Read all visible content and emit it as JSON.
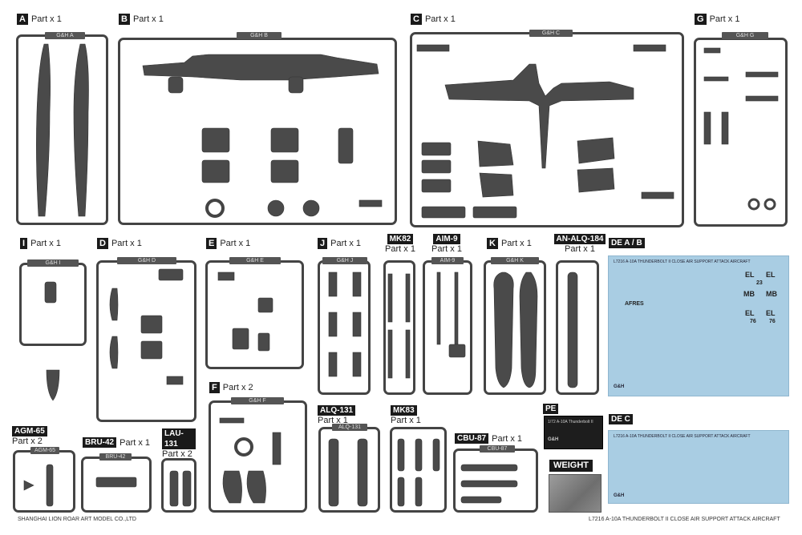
{
  "labels": {
    "A": {
      "code": "A",
      "text": "Part x 1"
    },
    "B": {
      "code": "B",
      "text": "Part x 1"
    },
    "C": {
      "code": "C",
      "text": "Part x 1"
    },
    "G": {
      "code": "G",
      "text": "Part x 1"
    },
    "I": {
      "code": "I",
      "text": "Part x 1"
    },
    "D": {
      "code": "D",
      "text": "Part x 1"
    },
    "E": {
      "code": "E",
      "text": "Part x 1"
    },
    "J": {
      "code": "J",
      "text": "Part x 1"
    },
    "K": {
      "code": "K",
      "text": "Part x 1"
    },
    "F": {
      "code": "F",
      "text": "Part x 2"
    },
    "MK82": {
      "code": "MK82",
      "text": "Part x 1"
    },
    "AIM9": {
      "code": "AIM-9",
      "text": "Part x 1"
    },
    "ALQ184": {
      "code": "AN-ALQ-184",
      "text": "Part x 1"
    },
    "ALQ131": {
      "code": "ALQ-131",
      "text": "Part x 1"
    },
    "MK83": {
      "code": "MK83",
      "text": "Part x 1"
    },
    "AGM65": {
      "code": "AGM-65",
      "text": "Part x 2"
    },
    "BRU42": {
      "code": "BRU-42",
      "text": "Part x 1"
    },
    "LAU131": {
      "code": "LAU-131",
      "text": "Part x 2"
    },
    "CBU87": {
      "code": "CBU-87",
      "text": "Part x 1"
    },
    "PE": {
      "code": "PE"
    },
    "DEAB": {
      "code": "DE A / B"
    },
    "DEC": {
      "code": "DE C"
    },
    "WEIGHT": {
      "code": "WEIGHT"
    }
  },
  "sprue_tabs": {
    "A": "G&H A",
    "B": "G&H B",
    "C": "G&H C",
    "G": "G&H G",
    "I": "G&H I",
    "D": "G&H D",
    "E": "G&H E",
    "J": "G&H J",
    "K": "G&H K",
    "F": "G&H F",
    "AGM65": "AGM-65",
    "BRU42": "BRU-42",
    "ALQ131": "ALQ-131",
    "CBU87": "CBU-87",
    "AIM9": "AIM-9"
  },
  "decals": {
    "ab_title": "L7216 A-10A THUNDERBOLT II CLOSE AIR SUPPORT ATTACK AIRCRAFT",
    "c_title": "L7216 A-10A THUNDERBOLT II CLOSE AIR SUPPORT ATTACK AIRCRAFT",
    "ab_markings": [
      "EL",
      "EL",
      "MB",
      "MB",
      "EL",
      "EL",
      "76",
      "76",
      "23",
      "AFRES"
    ],
    "brand": "G&H",
    "pe_text": "1/72 A-10A Thunderbolt II"
  },
  "footer": {
    "left": "SHANGHAI LION ROAR ART MODEL CO.,LTD",
    "right": "L7216 A-10A THUNDERBOLT II CLOSE AIR SUPPORT ATTACK AIRCRAFT"
  },
  "colors": {
    "plastic": "#4a4a4a",
    "frame": "#444444",
    "decal_bg": "#a9cde3",
    "label_bg": "#1a1a1a"
  }
}
